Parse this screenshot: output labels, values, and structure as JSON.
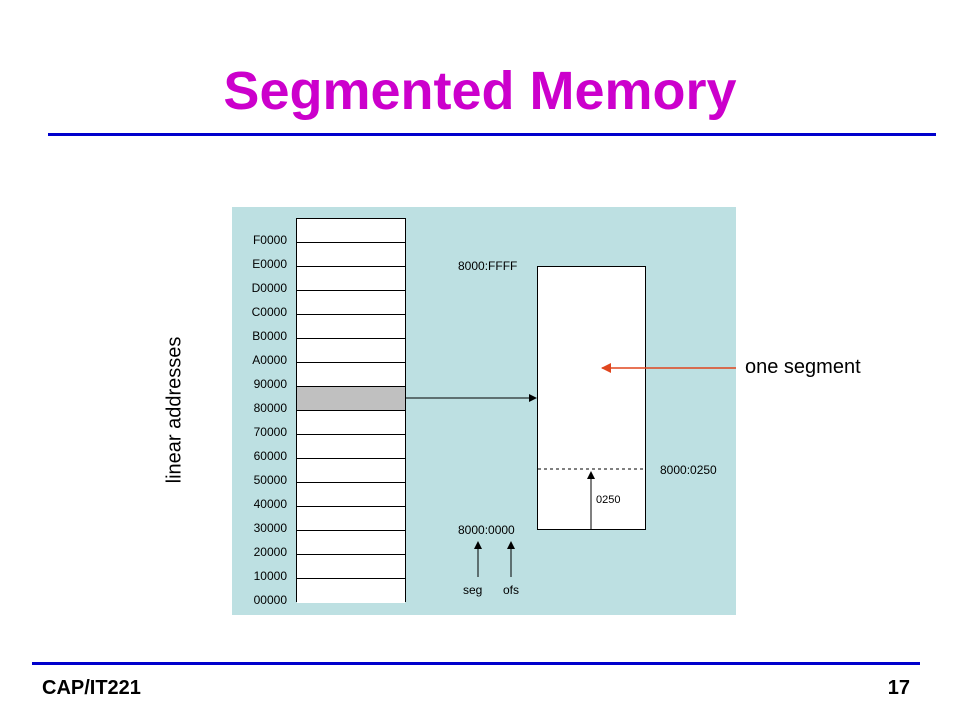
{
  "slide": {
    "title": "Segmented Memory",
    "footer_left": "CAP/IT221",
    "page_number": "17"
  },
  "diagram": {
    "axis_label": "linear addresses",
    "callout_label": "one segment",
    "linear_addresses": [
      "F0000",
      "E0000",
      "D0000",
      "C0000",
      "B0000",
      "A0000",
      "90000",
      "80000",
      "70000",
      "60000",
      "50000",
      "40000",
      "30000",
      "20000",
      "10000",
      "00000"
    ],
    "highlighted_address": "80000",
    "segment_top_label": "8000:FFFF",
    "segment_offset_label": "8000:0250",
    "offset_value": "0250",
    "segment_base_label": "8000:0000",
    "seg_label": "seg",
    "ofs_label": "ofs"
  },
  "colors": {
    "title": "#cc00cc",
    "rule": "#0000cc",
    "panel": "#bde0e2",
    "highlight_cell": "#c0c0c0",
    "callout_arrow": "#e0461e"
  }
}
